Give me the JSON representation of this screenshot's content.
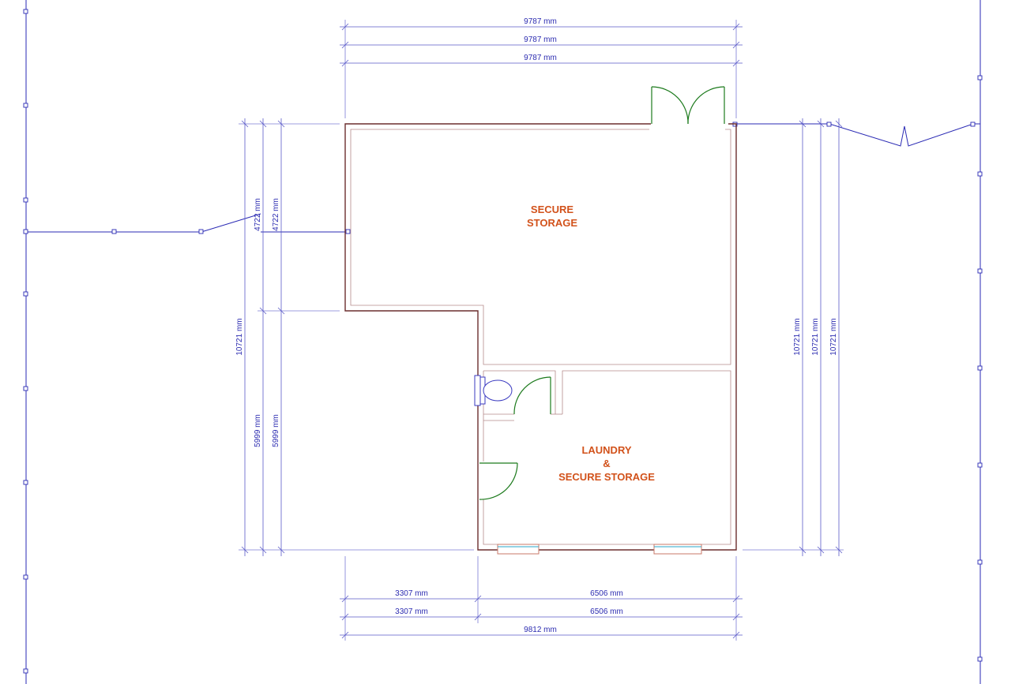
{
  "rooms": [
    {
      "id": "secure-storage",
      "lines": [
        "SECURE",
        "STORAGE"
      ]
    },
    {
      "id": "laundry",
      "lines": [
        "LAUNDRY",
        "&",
        "SECURE STORAGE"
      ]
    }
  ],
  "dimensions": {
    "top": [
      "9787 mm",
      "9787 mm",
      "9787 mm"
    ],
    "bottom_segments_1": [
      "3307 mm",
      "6506 mm"
    ],
    "bottom_segments_2": [
      "3307 mm",
      "6506 mm"
    ],
    "bottom_total": "9812 mm",
    "left_upper": [
      "4722 mm",
      "4722 mm"
    ],
    "left_lower": [
      "5999 mm",
      "5999 mm"
    ],
    "left_total": "10721 mm",
    "right_totals": [
      "10721 mm",
      "10721 mm",
      "10721 mm"
    ]
  },
  "colors": {
    "dimension": "#5a5ac8",
    "wall": "#6b2e2e",
    "door": "#1c7a1c",
    "room_label": "#d2521b",
    "fence": "#2a2ab4"
  }
}
